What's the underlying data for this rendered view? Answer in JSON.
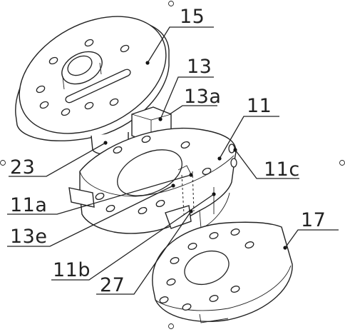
{
  "drawing": {
    "labels": {
      "l15": "15",
      "l13": "13",
      "l13a": "13a",
      "l11": "11",
      "l23": "23",
      "l11c": "11c",
      "l11a": "11a",
      "l13e": "13e",
      "l17": "17",
      "l11b": "11b",
      "l27": "27"
    }
  }
}
